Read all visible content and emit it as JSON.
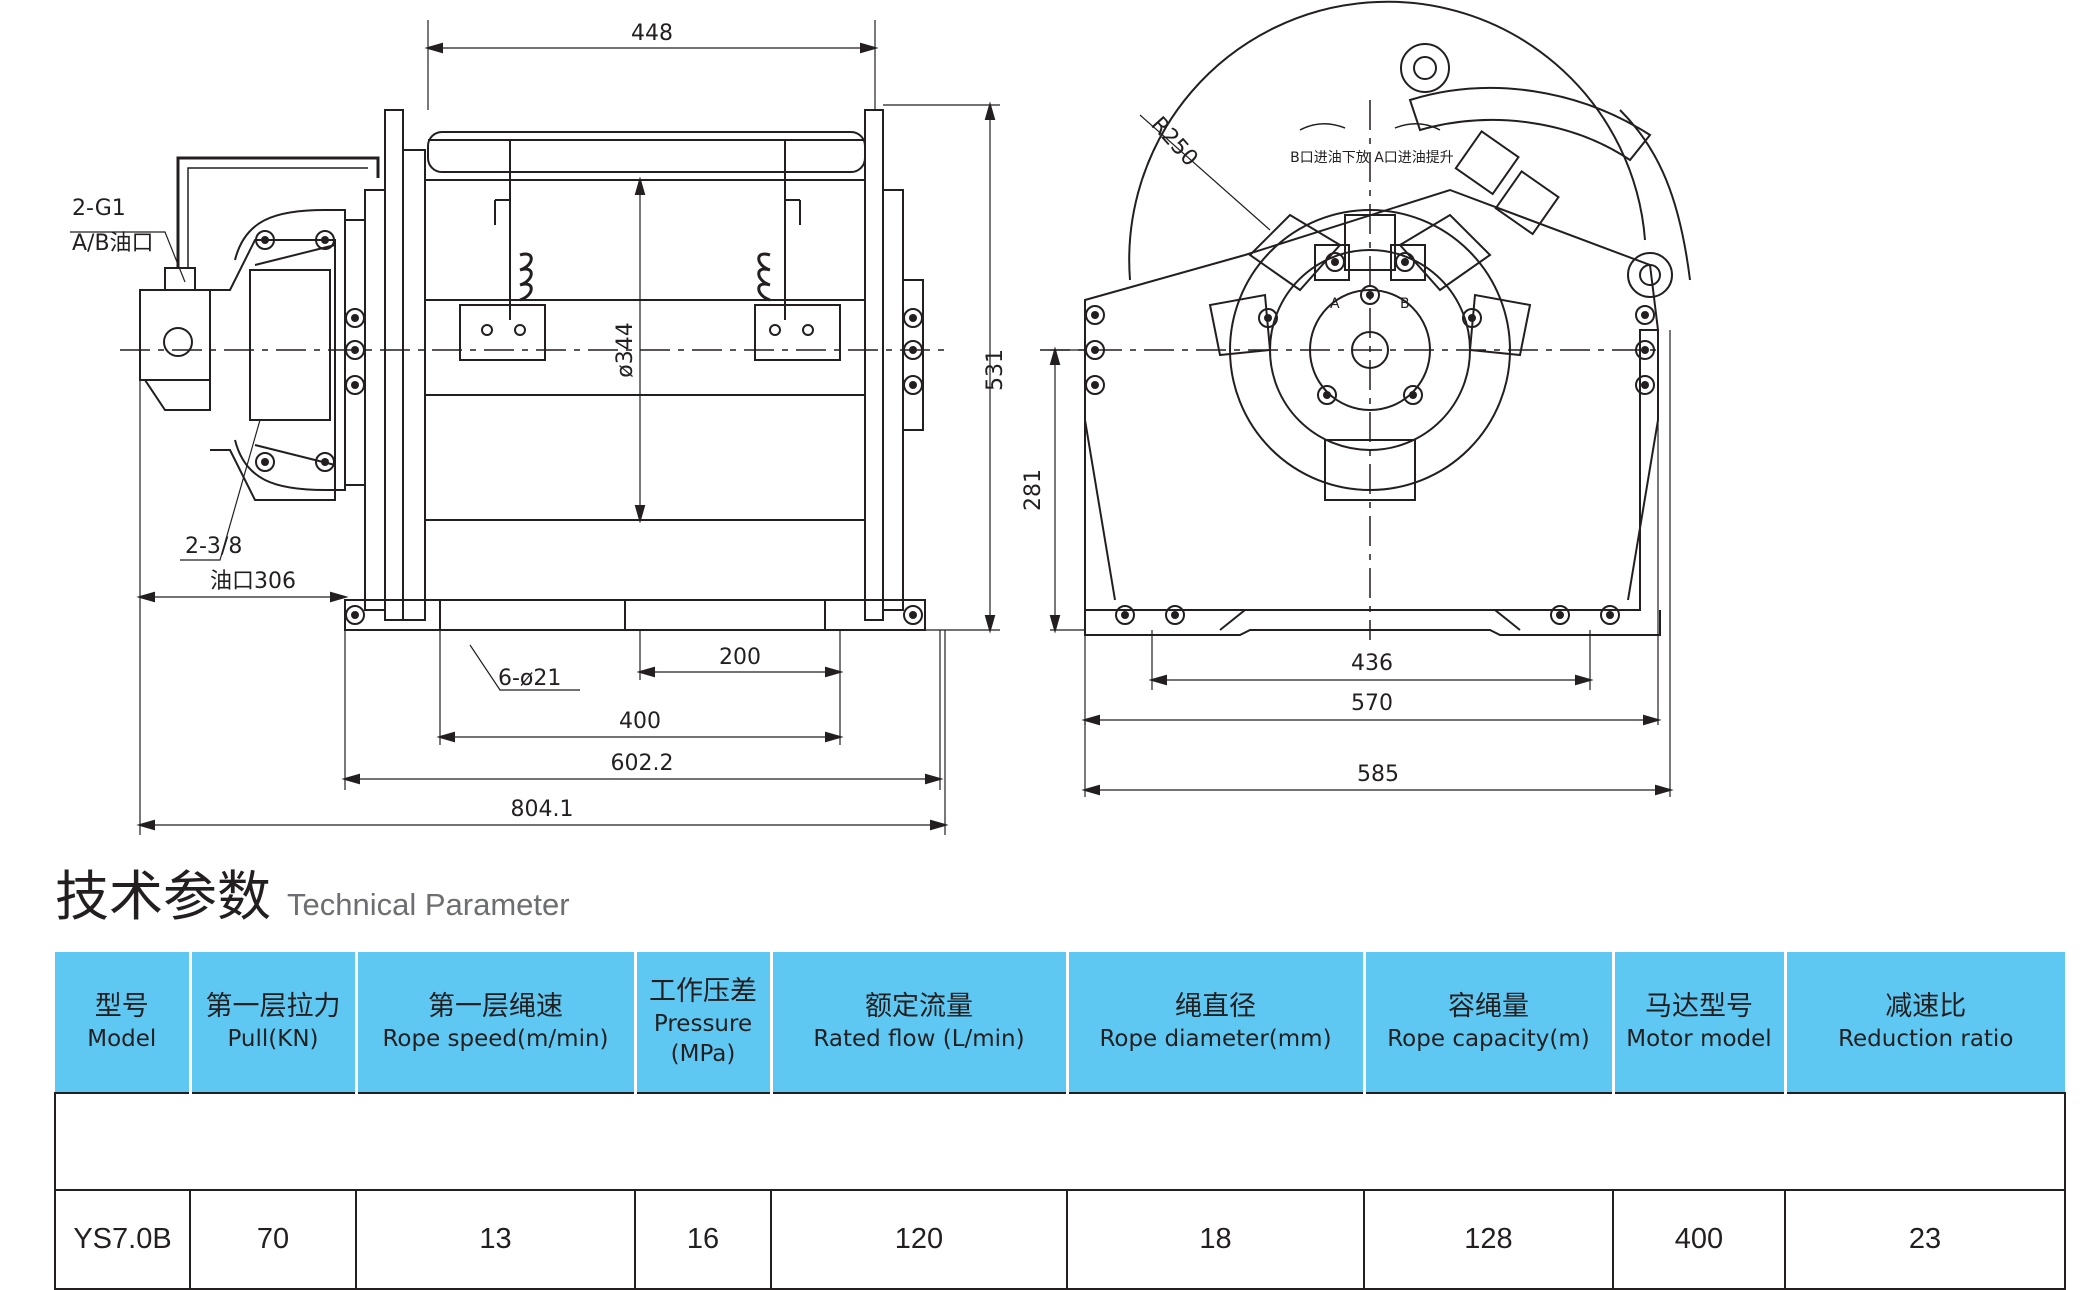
{
  "drawing": {
    "side_view": {
      "dim_top": "448",
      "dim_height": "531",
      "dim_drum_dia": "ø344",
      "dim_200": "200",
      "dim_400": "400",
      "dim_602": "602.2",
      "dim_804": "804.1",
      "label_port_top_1": "2-G1",
      "label_port_top_2": "A/B油口",
      "label_port_bottom_1": "2-3/8",
      "label_port_bottom_2": "油口306",
      "label_holes": "6-ø21"
    },
    "front_view": {
      "dim_radius": "R250",
      "dim_281": "281",
      "dim_436": "436",
      "dim_570": "570",
      "dim_585": "585",
      "label_rotation": "B口进油下放   A口进油提升",
      "label_a": "A",
      "label_b": "B"
    }
  },
  "section": {
    "title_cn": "技术参数",
    "title_en": "Technical Parameter"
  },
  "table": {
    "headers": [
      {
        "cn": "型号",
        "en": "Model"
      },
      {
        "cn": "第一层拉力",
        "en": "Pull(KN)"
      },
      {
        "cn": "第一层绳速",
        "en": "Rope speed(m/min)"
      },
      {
        "cn": "工作压差",
        "en": "Pressure (MPa)"
      },
      {
        "cn": "额定流量",
        "en": "Rated flow (L/min)"
      },
      {
        "cn": "绳直径",
        "en": "Rope diameter(mm)"
      },
      {
        "cn": "容绳量",
        "en": "Rope capacity(m)"
      },
      {
        "cn": "马达型号",
        "en": "Motor model"
      },
      {
        "cn": "减速比",
        "en": "Reduction ratio"
      }
    ],
    "rows": [
      [
        "YS7.0B",
        "70",
        "13",
        "16",
        "120",
        "18",
        "128",
        "400",
        "23"
      ]
    ]
  }
}
